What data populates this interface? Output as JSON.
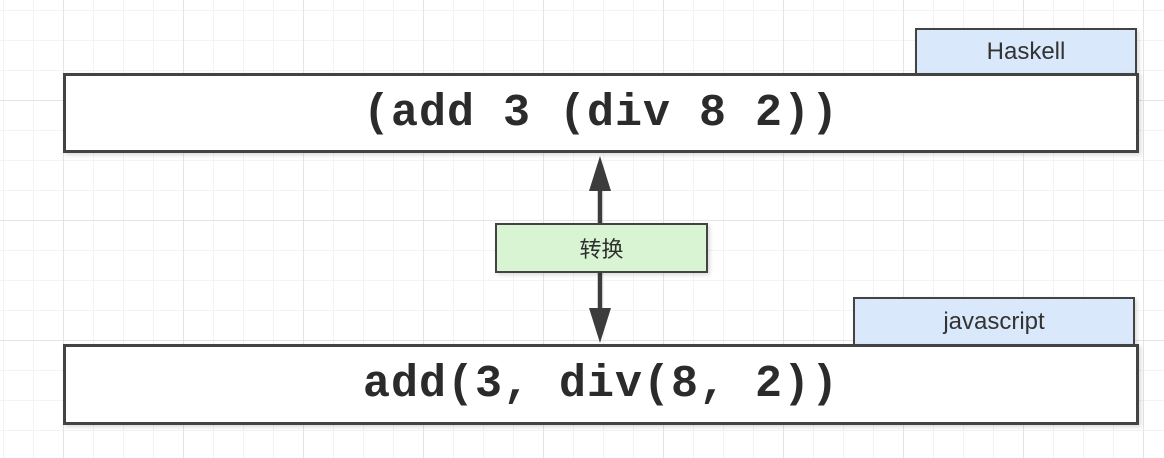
{
  "diagram": {
    "haskell": {
      "label": "Haskell",
      "code": "(add 3 (div 8 2))"
    },
    "javascript": {
      "label": "javascript",
      "code": "add(3, div(8, 2))"
    },
    "transform": {
      "label": "转换"
    },
    "colors": {
      "tab_fill": "#dae8fc",
      "transform_fill": "#d9f4d2",
      "shape_border": "#434343",
      "arrow": "#3c3c3c",
      "grid_minor": "#f3f3f3",
      "grid_major": "#e4e4e4",
      "code_text": "#2b2b2b"
    }
  }
}
